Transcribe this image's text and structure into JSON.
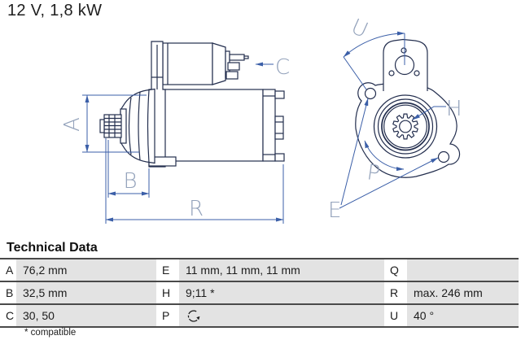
{
  "title": "12 V, 1,8 kW",
  "diagram": {
    "dimension_labels": {
      "A": "A",
      "B": "B",
      "C": "C",
      "R": "R",
      "E": "E",
      "H": "H",
      "P": "P",
      "U": "U"
    },
    "colors": {
      "outline": "#232e4e",
      "dimension_line": "#3b5fa8",
      "dimension_label": "#93a2bb"
    }
  },
  "technical_data": {
    "heading": "Technical Data",
    "footnote": "* compatible",
    "row_bg": "#e3e3e3",
    "border_color": "#4a4a4a",
    "rows": [
      {
        "cells": [
          {
            "key": "A",
            "value": "76,2 mm"
          },
          {
            "key": "E",
            "value": "11 mm, 11 mm, 11 mm"
          },
          {
            "key": "Q",
            "value": ""
          }
        ]
      },
      {
        "cells": [
          {
            "key": "B",
            "value": "32,5 mm"
          },
          {
            "key": "H",
            "value": "9;11 *"
          },
          {
            "key": "R",
            "value": "max. 246 mm"
          }
        ]
      },
      {
        "cells": [
          {
            "key": "C",
            "value": "30, 50"
          },
          {
            "key": "P",
            "value": "",
            "value_icon": "rotation-arrow-icon"
          },
          {
            "key": "U",
            "value": "40 °"
          }
        ]
      }
    ]
  }
}
